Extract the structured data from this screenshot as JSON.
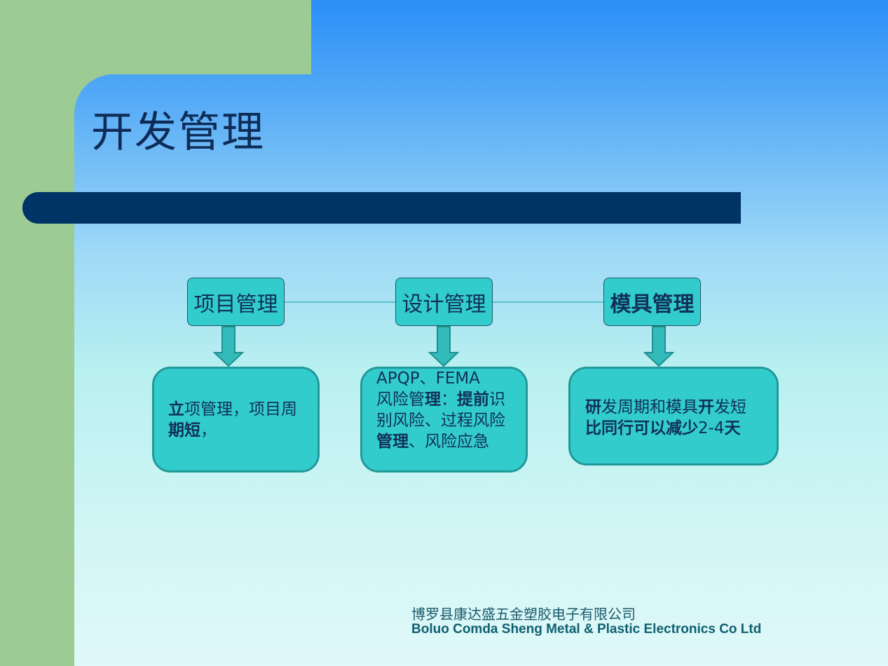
{
  "slide": {
    "title": "开发管理"
  },
  "diagram": {
    "nodes": [
      {
        "id": "project",
        "label": "项目管理"
      },
      {
        "id": "design",
        "label": "设计管理"
      },
      {
        "id": "mold",
        "label": "模具管理"
      }
    ],
    "details": {
      "project": {
        "p1_bold": "立",
        "p1": "项管理，项目周",
        "p2_bold": "期短",
        "p2": "，"
      },
      "design": {
        "line1": "APQP、FEMA",
        "p1": "风险管",
        "p1_bold1": "理",
        "p1_sep": "：",
        "p1_bold2": "提前",
        "p1_end": "识别风险、过程风险",
        "p2_bold": "管理",
        "p2": "、风险应急"
      },
      "mold": {
        "p1_bold": "研",
        "p1": "发周期和模具",
        "p1_bold2": "开",
        "p1_end": "发短",
        "p2_bold": "比同行可以减少",
        "p2": "2-4",
        "p2_end": "天"
      }
    }
  },
  "footer": {
    "company_cn": "博罗县康达盛五金塑胶电子有限公司",
    "company_en": "Boluo Comda Sheng Metal & Plastic Electronics Co Ltd"
  },
  "colors": {
    "node_fill": "#33cccc",
    "title_bar": "#003366",
    "side_green": "#9ccb94"
  }
}
